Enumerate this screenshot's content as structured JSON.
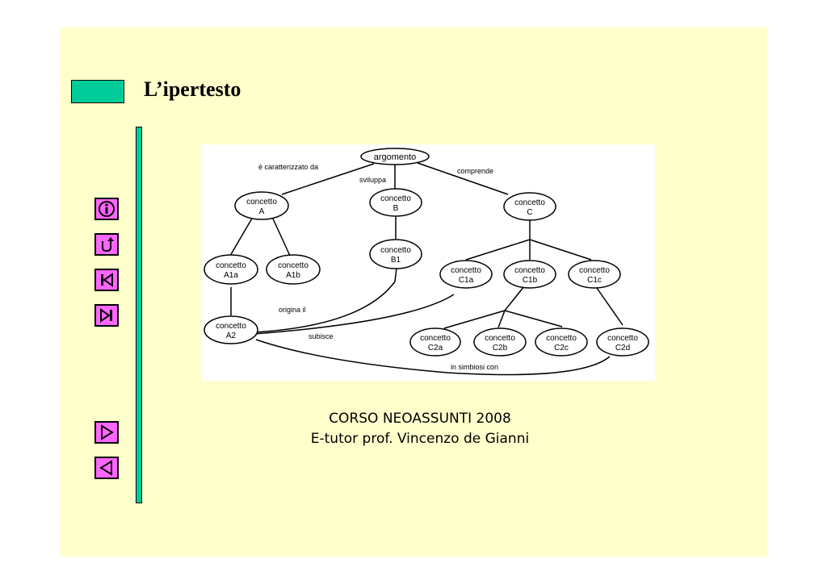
{
  "slide": {
    "title": "L’ipertesto",
    "footer_line1": "CORSO NEOASSUNTI 2008",
    "footer_line2": "E-tutor prof. Vincenzo de Gianni"
  },
  "colors": {
    "slide_background": "#ffffcc",
    "accent_green": "#00cc99",
    "nav_button": "#ff66ff"
  },
  "nav_buttons": [
    {
      "icon": "info-icon"
    },
    {
      "icon": "return-icon"
    },
    {
      "icon": "first-slide-icon"
    },
    {
      "icon": "last-slide-icon"
    },
    {
      "icon": "next-slide-icon"
    },
    {
      "icon": "previous-slide-icon"
    }
  ],
  "diagram": {
    "nodes": {
      "argomento": [
        "argomento"
      ],
      "A": [
        "concetto",
        "A"
      ],
      "B": [
        "concetto",
        "B"
      ],
      "C": [
        "concetto",
        "C"
      ],
      "A1a": [
        "concetto",
        "A1a"
      ],
      "A1b": [
        "concetto",
        "A1b"
      ],
      "B1": [
        "concetto",
        "B1"
      ],
      "C1a": [
        "concetto",
        "C1a"
      ],
      "C1b": [
        "concetto",
        "C1b"
      ],
      "C1c": [
        "concetto",
        "C1c"
      ],
      "A2": [
        "concetto",
        "A2"
      ],
      "C2a": [
        "concetto",
        "C2a"
      ],
      "C2b": [
        "concetto",
        "C2b"
      ],
      "C2c": [
        "concetto",
        "C2c"
      ],
      "C2d": [
        "concetto",
        "C2d"
      ]
    },
    "edge_labels": {
      "caratterizzato": "è caratterizzato da",
      "sviluppa": "sviluppa",
      "comprende": "comprende",
      "origina": "origina il",
      "subisce": "subisce",
      "simbiosi": "in simbiosi con"
    }
  }
}
